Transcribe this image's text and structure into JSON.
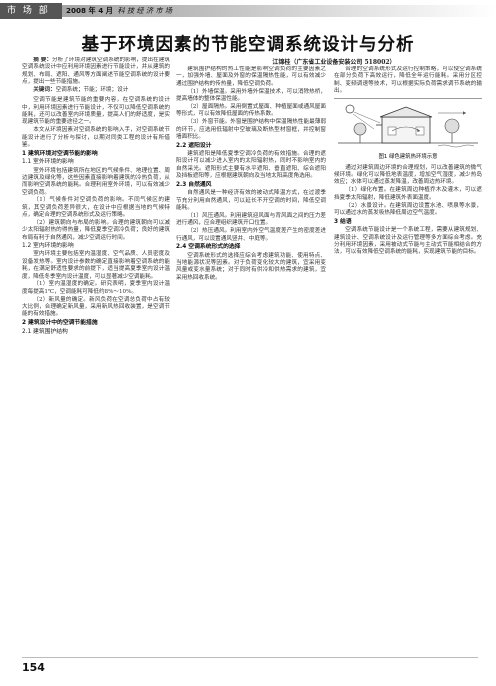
{
  "header": {
    "journal_tag": "市 场 部",
    "issue": "2008 年 4 月",
    "section": "科 技 经 济 市 场"
  },
  "title": "基于环境因素的节能空调系统设计与分析",
  "author": "江锦桂（广东省工业设备安装公司 518002）",
  "abstract": {
    "label": "摘 要：",
    "text": "分析了环境对建筑空调系统的影响，提出在建筑空调系统设计中应利用环境因素进行节能设计，并从建筑的规划、布局、遮阳、通风等方面阐述节能空调系统的设计要点，提出一些节能措施。",
    "keywords_label": "关键词：",
    "keywords": "空调系统；节能；环境；设计"
  },
  "col1_body": [
    "空调节能是建筑节能的重要内容，在空调系统的设计中，利用环境因素进行节能设计，不仅可以降低空调系统的能耗，还可以改善室内环境质量，提高人们的舒适度，是实现建筑节能的重要途径之一。",
    "本文从环境因素对空调系统的影响入手，对空调系统节能设计进行了分析与探讨，以期对同类工程的设计有所借鉴。"
  ],
  "col1_h1": "1 建筑环境对空调节能的影响",
  "col1_h2a": "1.1 室外环境的影响",
  "col1_body2": [
    "室外环境包括建筑所在地区的气候条件、地理位置、周边建筑及绿化等，这些因素直接影响着建筑的冷热负荷，从而影响空调系统的能耗。合理利用室外环境，可以有效减少空调负荷。",
    "（1）气候条件对空调负荷的影响。不同气候区的建筑，其空调负荷差异很大，在设计中应根据当地的气候特点，确定合理的空调系统形式及运行策略。",
    "（2）建筑朝向与布局的影响。合理的建筑朝向可以减少太阳辐射热的得热量，降低夏季空调冷负荷；良好的建筑布局有利于自然通风，减少空调运行时间。"
  ],
  "col1_h2b": "1.2 室内环境的影响",
  "col1_body3": [
    "室内环境主要包括室内温湿度、空气品质、人员密度及设备发热等。室内设计参数的确定直接影响着空调系统的能耗，在满足舒适性要求的前提下，适当提高夏季室内设计温度，降低冬季室内设计温度，可以显著减少空调能耗。",
    "（1）室内温湿度的确定。研究表明，夏季室内设计温度每提高1℃，空调能耗可降低约8%～10%。",
    "（2）新风量的确定。新风负荷在空调总负荷中占有较大比例，合理确定新风量，采用新风热回收装置，是空调节能的有效措施。"
  ],
  "col1_h1b": "2 建筑设计中的空调节能措施",
  "col1_h2c": "2.1 建筑围护结构",
  "col2_body": [
    "建筑围护结构的热工性能是影响空调负荷的主要因素之一，加强外墙、屋面及外窗的保温隔热性能，可以有效减少通过围护结构的传热量，降低空调负荷。",
    "（1）外墙保温。采用外墙外保温技术，可以消除热桥，提高墙体的整体保温性能。",
    "（2）屋面隔热。采用倒置式屋面、种植屋面或通风屋面等形式，可以有效降低屋面的传热系数。",
    "（3）外窗节能。外窗是围护结构中保温隔热性能最薄弱的环节，应选用低辐射中空玻璃及断热型材窗框，并控制窗墙面积比。"
  ],
  "col2_h1": "2.2 遮阳设计",
  "col2_body2": [
    "建筑遮阳是降低夏季空调冷负荷的有效措施。合理的遮阳设计可以减少进入室内的太阳辐射热，同时不影响室内的自然采光。遮阳形式主要有水平遮阳、垂直遮阳、综合遮阳及挡板遮阳等，应根据建筑朝向及当地太阳高度角选用。"
  ],
  "col2_h1b": "2.3 自然通风",
  "col2_body3": [
    "自然通风是一种经济有效的被动式降温方式，在过渡季节充分利用自然通风，可以延长不开空调的时间，降低空调能耗。",
    "（1）风压通风。利用建筑迎风面与背风面之间的压力差进行通风，应合理组织建筑开口位置。",
    "（2）热压通风。利用室内外空气温度差产生的密度差进行通风，可以设置通风竖井、中庭等。"
  ],
  "col2_h1c": "2.4 空调系统形式的选择",
  "col2_body4": [
    "空调系统形式的选择应综合考虑建筑功能、使用特点、当地能源状况等因素。对于负荷变化较大的建筑，宜采用变风量或变水量系统；对于同时有供冷和供热需求的建筑，宜采用热回收系统。"
  ],
  "col3_body": [
    "合理的空调系统形式及运行控制策略，可以使空调系统在部分负荷下高效运行，降低全年运行能耗。采用分区控制、变频调速等技术，可以根据实际负荷需求调节系统的输出。"
  ],
  "fig_caption": "图1 绿色建筑热环境示意",
  "col3_body2": [
    "通过对建筑周边环境的合理规划，可以改善建筑的微气候环境。绿化可以降低地表温度，增加空气湿度，减少热岛效应；水体可以通过蒸发降温，改善周边热环境。",
    "（1）绿化布置。在建筑周边种植乔木及灌木，可以遮挡夏季太阳辐射，降低建筑外表面温度。",
    "（2）水景设计。在建筑周边设置水池、喷泉等水景，可以通过水的蒸发吸热降低周边空气温度。"
  ],
  "col3_h1": "3 结语",
  "col3_body3": [
    "空调系统节能设计是一个系统工程，需要从建筑规划、建筑设计、空调系统设计及运行管理等多方面综合考虑。充分利用环境因素，采用被动式节能与主动式节能相结合的方法，可以有效降低空调系统的能耗，实现建筑节能的目标。"
  ],
  "page_number": "154"
}
